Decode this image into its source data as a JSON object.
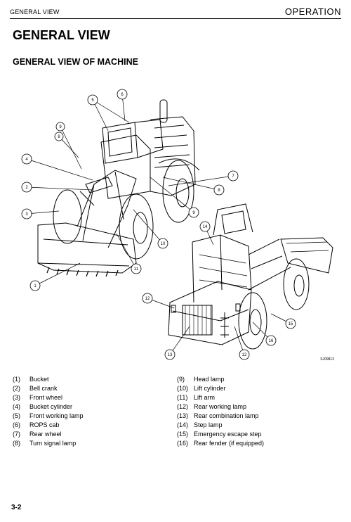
{
  "header": {
    "section": "GENERAL VIEW",
    "chapter": "OPERATION"
  },
  "title": "GENERAL VIEW",
  "subtitle": "GENERAL VIEW OF MACHINE",
  "figure": {
    "code": "SJ09813",
    "callouts": [
      "1",
      "2",
      "3",
      "4",
      "5",
      "6",
      "7",
      "8",
      "9",
      "10",
      "11",
      "12",
      "13",
      "14",
      "15",
      "16"
    ]
  },
  "legend_left": [
    {
      "num": "(1)",
      "label": "Bucket"
    },
    {
      "num": "(2)",
      "label": "Bell crank"
    },
    {
      "num": "(3)",
      "label": "Front wheel"
    },
    {
      "num": "(4)",
      "label": "Bucket cylinder"
    },
    {
      "num": "(5)",
      "label": "Front working lamp"
    },
    {
      "num": "(6)",
      "label": "ROPS cab"
    },
    {
      "num": "(7)",
      "label": "Rear wheel"
    },
    {
      "num": "(8)",
      "label": "Turn signal lamp"
    }
  ],
  "legend_right": [
    {
      "num": "(9)",
      "label": "Head lamp"
    },
    {
      "num": "(10)",
      "label": "Lift cylinder"
    },
    {
      "num": "(11)",
      "label": "Lift arm"
    },
    {
      "num": "(12)",
      "label": "Rear working lamp"
    },
    {
      "num": "(13)",
      "label": "Rear combination lamp"
    },
    {
      "num": "(14)",
      "label": "Step lamp"
    },
    {
      "num": "(15)",
      "label": "Emergency escape step"
    },
    {
      "num": "(16)",
      "label": "Rear fender (if equipped)"
    }
  ],
  "page_number": "3-2"
}
